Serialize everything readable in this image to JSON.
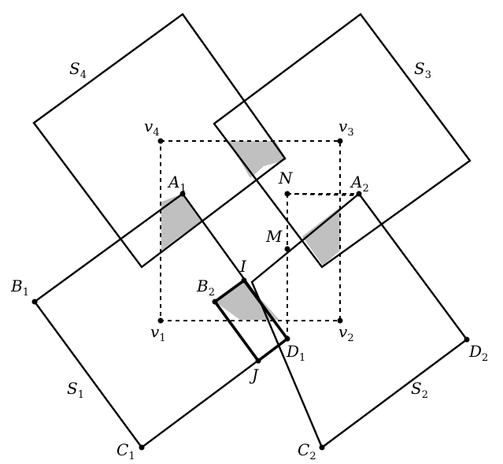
{
  "labels": {
    "S1": {
      "base": "S",
      "sub": "1"
    },
    "S2": {
      "base": "S",
      "sub": "2"
    },
    "S3": {
      "base": "S",
      "sub": "3"
    },
    "S4": {
      "base": "S",
      "sub": "4"
    },
    "v1": {
      "base": "v",
      "sub": "1"
    },
    "v2": {
      "base": "v",
      "sub": "2"
    },
    "v3": {
      "base": "v",
      "sub": "3"
    },
    "v4": {
      "base": "v",
      "sub": "4"
    },
    "A1": {
      "base": "A",
      "sub": "1"
    },
    "A2": {
      "base": "A",
      "sub": "2"
    },
    "B1": {
      "base": "B",
      "sub": "1"
    },
    "B2": {
      "base": "B",
      "sub": "2"
    },
    "C1": {
      "base": "C",
      "sub": "1"
    },
    "C2": {
      "base": "C",
      "sub": "2"
    },
    "D1": {
      "base": "D",
      "sub": "1"
    },
    "D2": {
      "base": "D",
      "sub": "2"
    },
    "I": {
      "base": "I",
      "sub": ""
    },
    "J": {
      "base": "J",
      "sub": ""
    },
    "M": {
      "base": "M",
      "sub": ""
    },
    "N": {
      "base": "N",
      "sub": ""
    }
  }
}
